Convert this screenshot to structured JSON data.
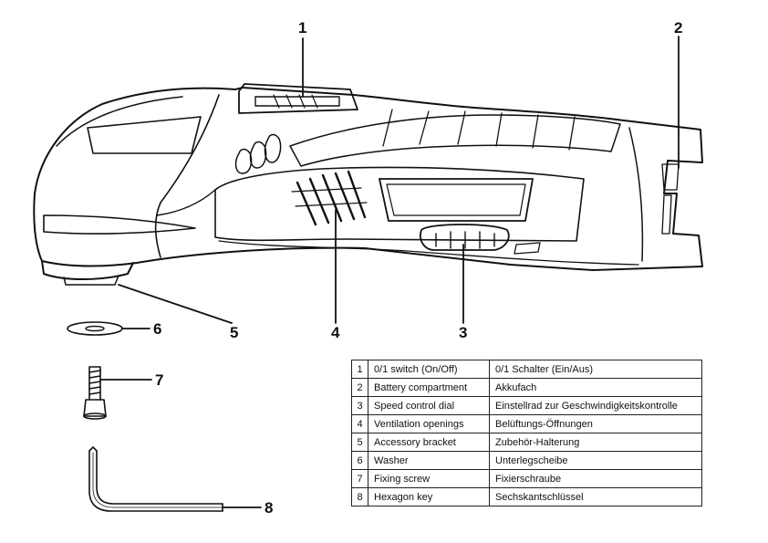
{
  "callouts": [
    "1",
    "2",
    "3",
    "4",
    "5",
    "6",
    "7",
    "8"
  ],
  "legend": [
    {
      "num": "1",
      "en": "0/1 switch (On/Off)",
      "de": "0/1 Schalter (Ein/Aus)"
    },
    {
      "num": "2",
      "en": "Battery compartment",
      "de": "Akkufach"
    },
    {
      "num": "3",
      "en": "Speed control dial",
      "de": "Einstellrad zur Geschwindigkeitskontrolle"
    },
    {
      "num": "4",
      "en": "Ventilation openings",
      "de": "Belüftungs-Öffnungen"
    },
    {
      "num": "5",
      "en": "Accessory bracket",
      "de": "Zubehör-Halterung"
    },
    {
      "num": "6",
      "en": "Washer",
      "de": "Unterlegscheibe"
    },
    {
      "num": "7",
      "en": "Fixing screw",
      "de": "Fixierschraube"
    },
    {
      "num": "8",
      "en": "Hexagon key",
      "de": "Sechskantschlüssel"
    }
  ],
  "colors": {
    "ink": "#111111",
    "background": "#ffffff"
  },
  "icons": [
    "multi-tool-drawing",
    "washer-drawing",
    "fixing-screw-drawing",
    "hexagon-key-drawing"
  ]
}
